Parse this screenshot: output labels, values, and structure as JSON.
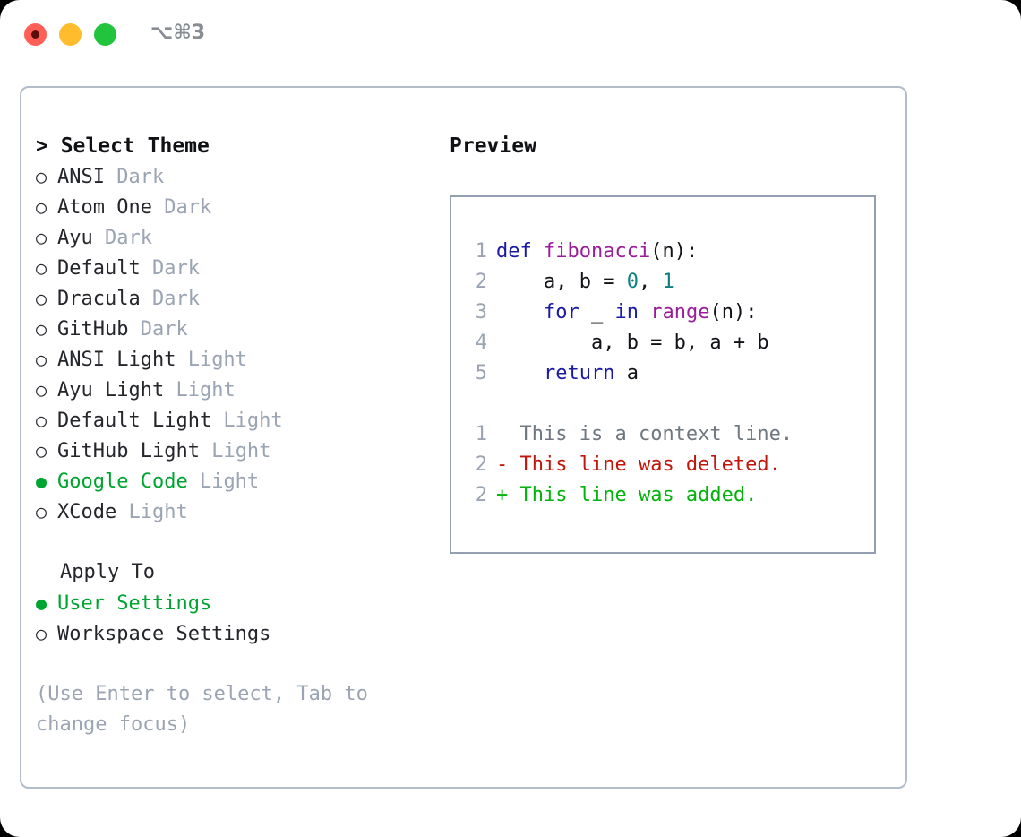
{
  "window": {
    "traffic_lights": [
      {
        "name": "close",
        "color": "#ff5f56"
      },
      {
        "name": "minimize",
        "color": "#ffbd2e"
      },
      {
        "name": "maximize",
        "color": "#22c43d"
      }
    ],
    "shortcut_label": "⌥⌘3"
  },
  "left": {
    "title": "> Select Theme",
    "themes": [
      {
        "bullet": "○",
        "name": "ANSI",
        "kind": "Dark",
        "selected": false
      },
      {
        "bullet": "○",
        "name": "Atom One",
        "kind": "Dark",
        "selected": false
      },
      {
        "bullet": "○",
        "name": "Ayu",
        "kind": "Dark",
        "selected": false
      },
      {
        "bullet": "○",
        "name": "Default",
        "kind": "Dark",
        "selected": false
      },
      {
        "bullet": "○",
        "name": "Dracula",
        "kind": "Dark",
        "selected": false
      },
      {
        "bullet": "○",
        "name": "GitHub",
        "kind": "Dark",
        "selected": false
      },
      {
        "bullet": "○",
        "name": "ANSI Light",
        "kind": "Light",
        "selected": false
      },
      {
        "bullet": "○",
        "name": "Ayu Light",
        "kind": "Light",
        "selected": false
      },
      {
        "bullet": "○",
        "name": "Default Light",
        "kind": "Light",
        "selected": false
      },
      {
        "bullet": "○",
        "name": "GitHub Light",
        "kind": "Light",
        "selected": false
      },
      {
        "bullet": "●",
        "name": "Google Code",
        "kind": "Light",
        "selected": true
      },
      {
        "bullet": "○",
        "name": "XCode",
        "kind": "Light",
        "selected": false
      }
    ],
    "apply_to": {
      "title": "Apply To",
      "options": [
        {
          "bullet": "●",
          "label": "User Settings",
          "selected": true
        },
        {
          "bullet": "○",
          "label": "Workspace Settings",
          "selected": false
        }
      ]
    },
    "hint": "(Use Enter to select, Tab to change focus)"
  },
  "right": {
    "title": "Preview",
    "code_lines": [
      {
        "no": "1",
        "tokens": [
          {
            "t": "def ",
            "c": "kw"
          },
          {
            "t": "fibonacci",
            "c": "fn"
          },
          {
            "t": "(n):",
            "c": "txt"
          }
        ]
      },
      {
        "no": "2",
        "tokens": [
          {
            "t": "    a, b = ",
            "c": "txt"
          },
          {
            "t": "0",
            "c": "num"
          },
          {
            "t": ", ",
            "c": "txt"
          },
          {
            "t": "1",
            "c": "num"
          }
        ]
      },
      {
        "no": "3",
        "tokens": [
          {
            "t": "    ",
            "c": "txt"
          },
          {
            "t": "for",
            "c": "kw"
          },
          {
            "t": " _ ",
            "c": "txt"
          },
          {
            "t": "in",
            "c": "kw"
          },
          {
            "t": " ",
            "c": "txt"
          },
          {
            "t": "range",
            "c": "fn"
          },
          {
            "t": "(n):",
            "c": "txt"
          }
        ]
      },
      {
        "no": "4",
        "tokens": [
          {
            "t": "        a, b = b, a + b",
            "c": "txt"
          }
        ]
      },
      {
        "no": "5",
        "tokens": [
          {
            "t": "    ",
            "c": "txt"
          },
          {
            "t": "return",
            "c": "kw"
          },
          {
            "t": " a",
            "c": "txt"
          }
        ]
      }
    ],
    "diff_lines": [
      {
        "no": "1",
        "marker": "  ",
        "text": "This is a context line.",
        "kind": "ctx"
      },
      {
        "no": "2",
        "marker": "- ",
        "text": "This line was deleted.",
        "kind": "del"
      },
      {
        "no": "2",
        "marker": "+ ",
        "text": "This line was added.",
        "kind": "add"
      }
    ]
  },
  "colors": {
    "accent_green": "#00a531",
    "muted": "#9aa4b2",
    "keyword": "#1a1aa6",
    "function": "#9c1d9c",
    "number": "#0f7f7f",
    "diff_delete": "#c0160c",
    "diff_add": "#00b40b",
    "border": "#b3bcc9"
  }
}
